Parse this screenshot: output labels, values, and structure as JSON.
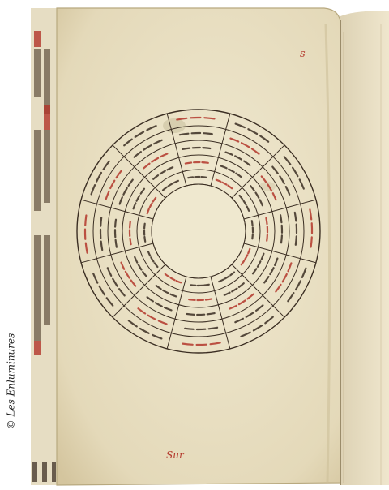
{
  "credit": "© Les Enluminures",
  "colors": {
    "parchment": "#ebe3c8",
    "spine": "#d7ccad",
    "ink": "#3a2d22",
    "rubric": "#b3362a"
  },
  "folio_mark": "s",
  "bottom_mark": "Sur"
}
